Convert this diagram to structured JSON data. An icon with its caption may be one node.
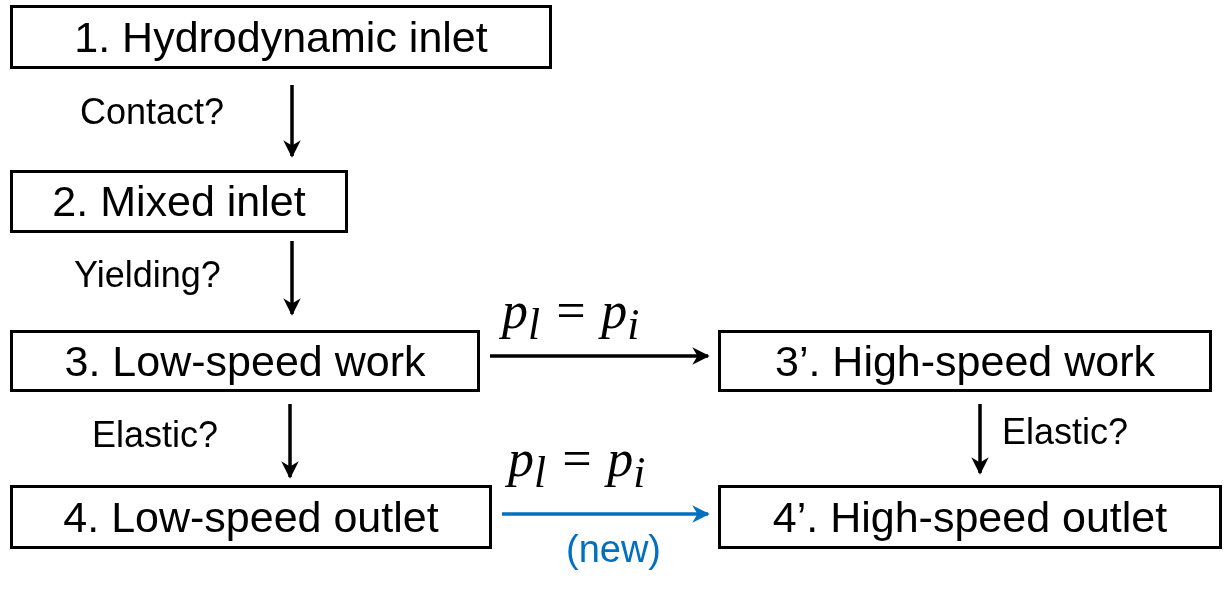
{
  "diagram": {
    "nodes": [
      {
        "text": [
          "1. Hydrodynamic inlet"
        ]
      },
      {
        "text": [
          "2. Mixed inlet"
        ]
      },
      {
        "text": [
          "3. Low-speed work"
        ]
      },
      {
        "text": [
          "3’. High-speed work"
        ]
      },
      {
        "text": [
          "4. Low-speed outlet"
        ]
      },
      {
        "text": [
          "4’. High-speed outlet"
        ]
      }
    ],
    "edges": [
      {
        "from": 0,
        "to": 1,
        "arrow": "to",
        "label": "Contact?"
      },
      {
        "from": 1,
        "to": 2,
        "arrow": "to",
        "label": "Yielding?"
      },
      {
        "from": 2,
        "to": 3,
        "arrow": "to",
        "label": "p$_{l}$ = p$_{i}$"
      },
      {
        "from": 2,
        "to": 4,
        "arrow": "to",
        "label": "Elastic?"
      },
      {
        "from": 3,
        "to": 5,
        "arrow": "to",
        "label": "Elastic?"
      },
      {
        "from": 4,
        "to": 5,
        "arrow": "to",
        "label": "p$_{l}$ = p$_{i}$",
        "color": "#0070c0"
      }
    ],
    "labels": [
      "(new)"
    ]
  }
}
